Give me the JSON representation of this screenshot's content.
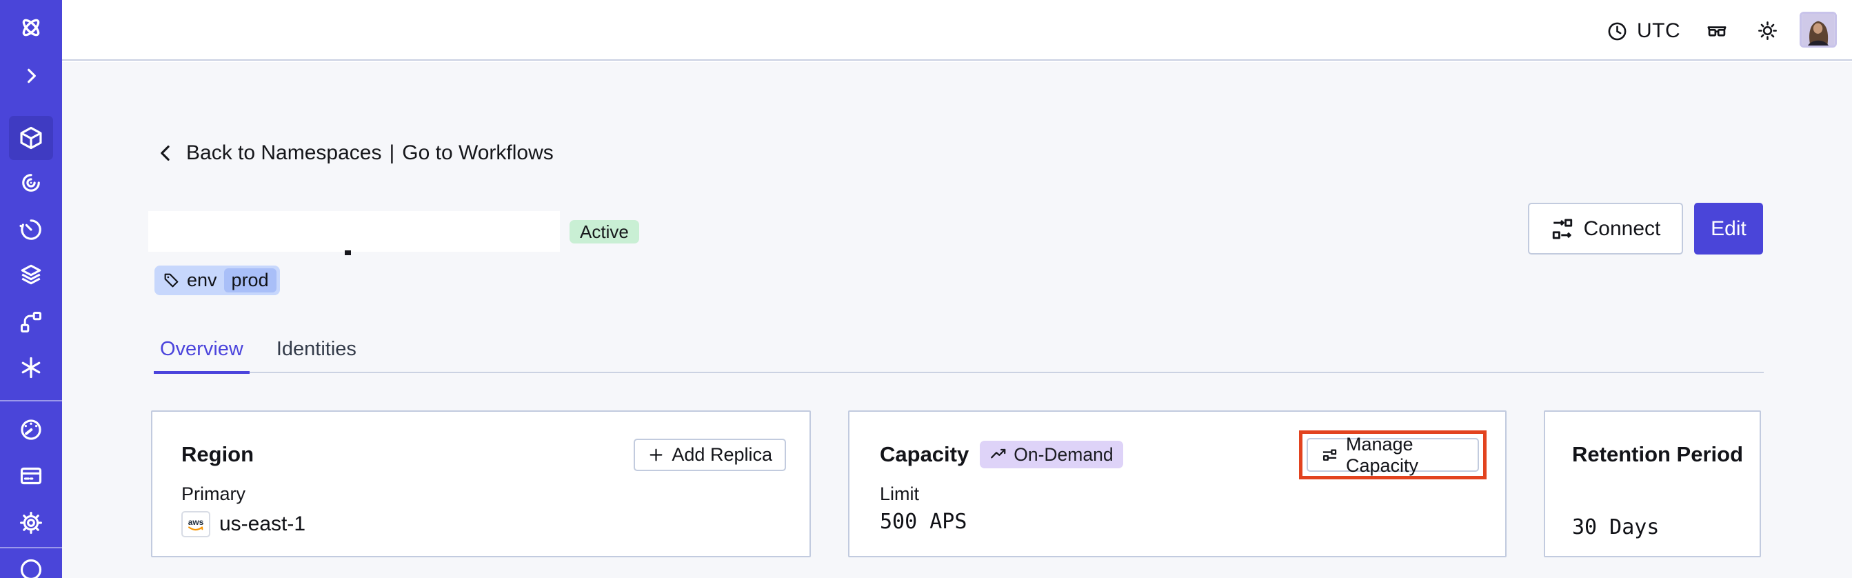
{
  "colors": {
    "sidebar": "#4a45d9",
    "accent": "#4b44dc",
    "page_background": "#f6f7fa",
    "card_border": "#c2cbdf",
    "status_active_bg": "#c9efd4",
    "tag_bg": "#c7d7fc",
    "tag_inner_bg": "#a9bff8",
    "ondemand_bg": "#ded3f8",
    "annotation_highlight": "#e2431f"
  },
  "topbar": {
    "timezone": "UTC",
    "icons": [
      "clock-icon",
      "glasses-icon",
      "sun-icon",
      "avatar"
    ]
  },
  "sidebar": {
    "items": [
      {
        "icon": "temporal-logo-icon"
      },
      {
        "icon": "chevron-right-icon"
      },
      {
        "icon": "namespaces-cube-icon",
        "active": true
      },
      {
        "icon": "workflows-spiral-icon"
      },
      {
        "icon": "schedules-timer-icon"
      },
      {
        "icon": "batch-layers-icon"
      },
      {
        "icon": "deployments-branch-icon"
      },
      {
        "icon": "nexus-asterisk-icon"
      },
      {
        "icon": "usage-gauge-icon"
      },
      {
        "icon": "billing-card-icon"
      },
      {
        "icon": "settings-gear-icon"
      },
      {
        "icon": "support-circle-icon"
      }
    ]
  },
  "breadcrumb": {
    "back": "Back to Namespaces",
    "separator": "|",
    "workflows": "Go to Workflows"
  },
  "header": {
    "status": "Active",
    "tag_key": "env",
    "tag_value": "prod",
    "connect_label": "Connect",
    "edit_label": "Edit"
  },
  "tabs": {
    "overview": "Overview",
    "identities": "Identities"
  },
  "cards": {
    "region": {
      "title": "Region",
      "action_label": "Add Replica",
      "label": "Primary",
      "provider": "aws",
      "value": "us-east-1"
    },
    "capacity": {
      "title": "Capacity",
      "badge": "On-Demand",
      "action_label": "Manage Capacity",
      "label": "Limit",
      "value": "500 APS",
      "action_highlighted": true
    },
    "retention": {
      "title": "Retention Period",
      "value": "30 Days"
    }
  }
}
